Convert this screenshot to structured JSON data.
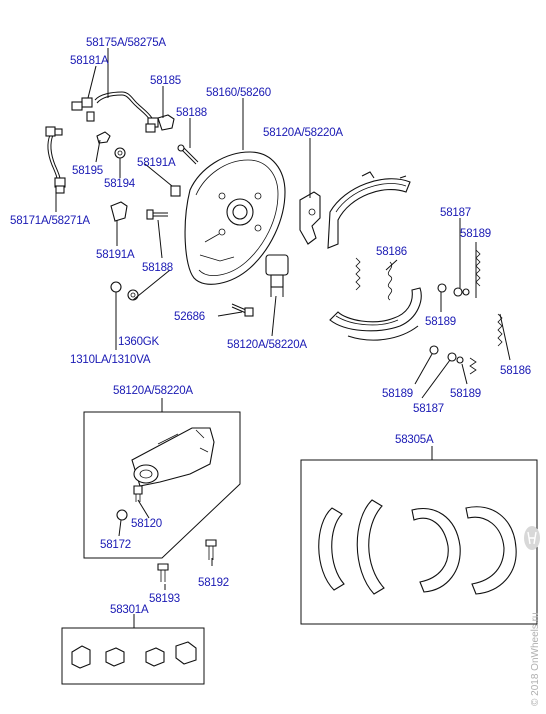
{
  "labels": {
    "l_58175A": "58175A/58275A",
    "l_58181A": "58181A",
    "l_58185": "58185",
    "l_58160": "58160/58260",
    "l_58188_top": "58188",
    "l_58120A_top": "58120A/58220A",
    "l_58195": "58195",
    "l_58191A_top": "58191A",
    "l_58194": "58194",
    "l_58171A": "58171A/58271A",
    "l_58191A_mid": "58191A",
    "l_58188_mid": "58188",
    "l_58187_r": "58187",
    "l_58189_r1": "58189",
    "l_58186_top": "58186",
    "l_58189_r2": "58189",
    "l_58186_r": "58186",
    "l_52686": "52686",
    "l_1360GK": "1360GK",
    "l_1310LA": "1310LA/1310VA",
    "l_58120A_mid": "58120A/58220A",
    "l_58189_b1": "58189",
    "l_58187_b": "58187",
    "l_58189_b2": "58189",
    "l_58120A_box": "58120A/58220A",
    "l_58305A": "58305A",
    "l_58120": "58120",
    "l_58172": "58172",
    "l_58192": "58192",
    "l_58193": "58193",
    "l_58301A": "58301A"
  },
  "watermark": "© 2018 OnWheels.ru",
  "icons": [
    "hyundai-logo-icon"
  ]
}
